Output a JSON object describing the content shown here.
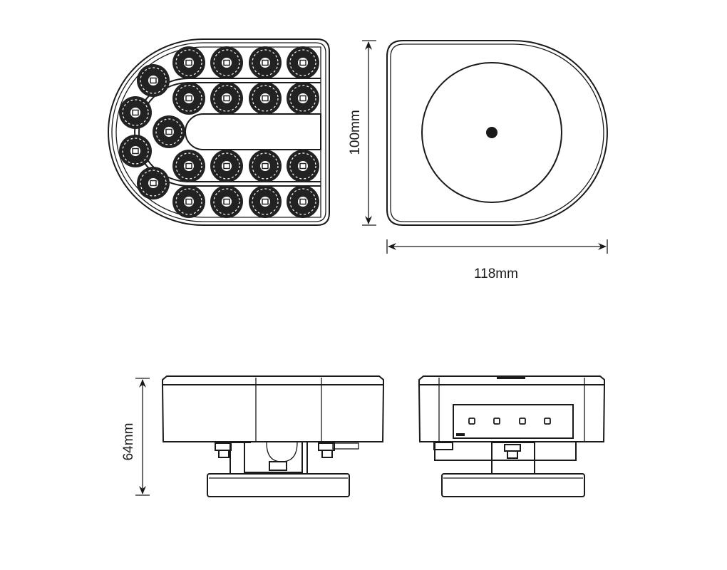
{
  "dimensions": {
    "height_label": "100mm",
    "width_label": "118mm",
    "depth_label": "64mm"
  },
  "views": [
    "front-led-view",
    "rear-view",
    "side-view-left",
    "side-view-right"
  ],
  "colors": {
    "line": "#1a1a1a",
    "led": "#222222",
    "background": "#ffffff"
  }
}
